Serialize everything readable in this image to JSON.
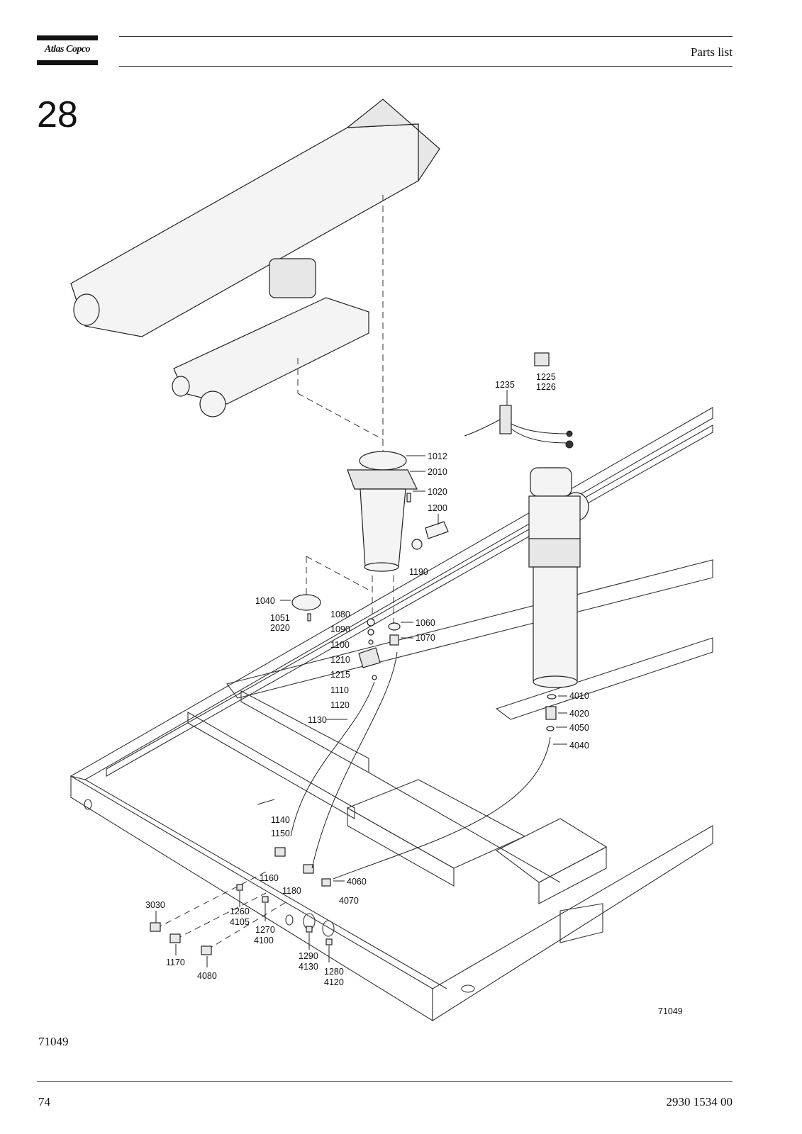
{
  "header": {
    "logo": "Atlas Copco",
    "section_title": "Parts list"
  },
  "chapter_number": "28",
  "drawing": {
    "drawing_id": "71049",
    "drawing_id_inset": "71049",
    "callouts": [
      {
        "text": "1012"
      },
      {
        "text": "2010"
      },
      {
        "text": "1020"
      },
      {
        "text": "1200"
      },
      {
        "text": "1190"
      },
      {
        "text": "1040"
      },
      {
        "text": "1051"
      },
      {
        "text": "2020"
      },
      {
        "text": "1080"
      },
      {
        "text": "1090"
      },
      {
        "text": "1100"
      },
      {
        "text": "1210"
      },
      {
        "text": "1215"
      },
      {
        "text": "1110"
      },
      {
        "text": "1120"
      },
      {
        "text": "1130"
      },
      {
        "text": "1060"
      },
      {
        "text": "1070"
      },
      {
        "text": "1235"
      },
      {
        "text": "1225"
      },
      {
        "text": "1226"
      },
      {
        "text": "4010"
      },
      {
        "text": "4020"
      },
      {
        "text": "4050"
      },
      {
        "text": "4040"
      },
      {
        "text": "1140"
      },
      {
        "text": "1150"
      },
      {
        "text": "1160"
      },
      {
        "text": "1180"
      },
      {
        "text": "4060"
      },
      {
        "text": "4070"
      },
      {
        "text": "3030"
      },
      {
        "text": "1260"
      },
      {
        "text": "4105"
      },
      {
        "text": "1270"
      },
      {
        "text": "4100"
      },
      {
        "text": "1170"
      },
      {
        "text": "4080"
      },
      {
        "text": "1290"
      },
      {
        "text": "4130"
      },
      {
        "text": "1280"
      },
      {
        "text": "4120"
      }
    ]
  },
  "footer": {
    "page_number": "74",
    "document_number": "2930 1534 00"
  }
}
